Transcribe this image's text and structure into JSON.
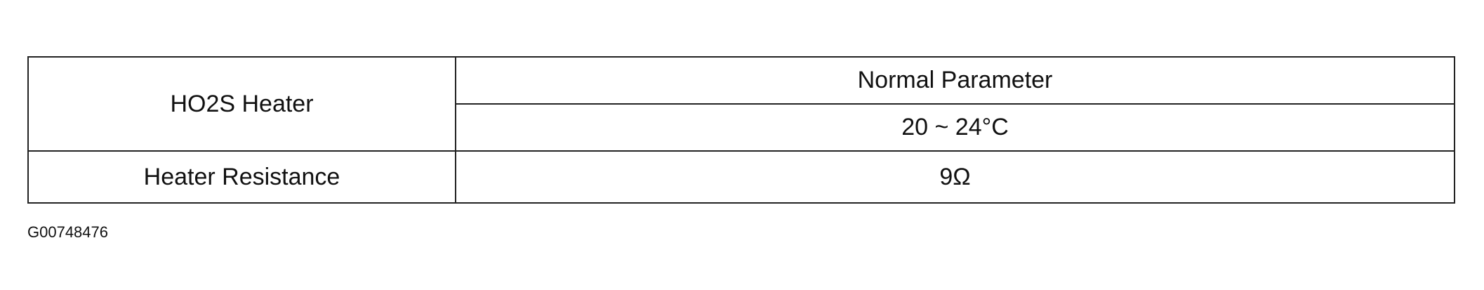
{
  "table": {
    "row_header_1": "HO2S Heater",
    "column_header": "Normal Parameter",
    "condition": "20 ~ 24°C",
    "row_header_2": "Heater Resistance",
    "value": "9Ω"
  },
  "figure_id": "G00748476"
}
